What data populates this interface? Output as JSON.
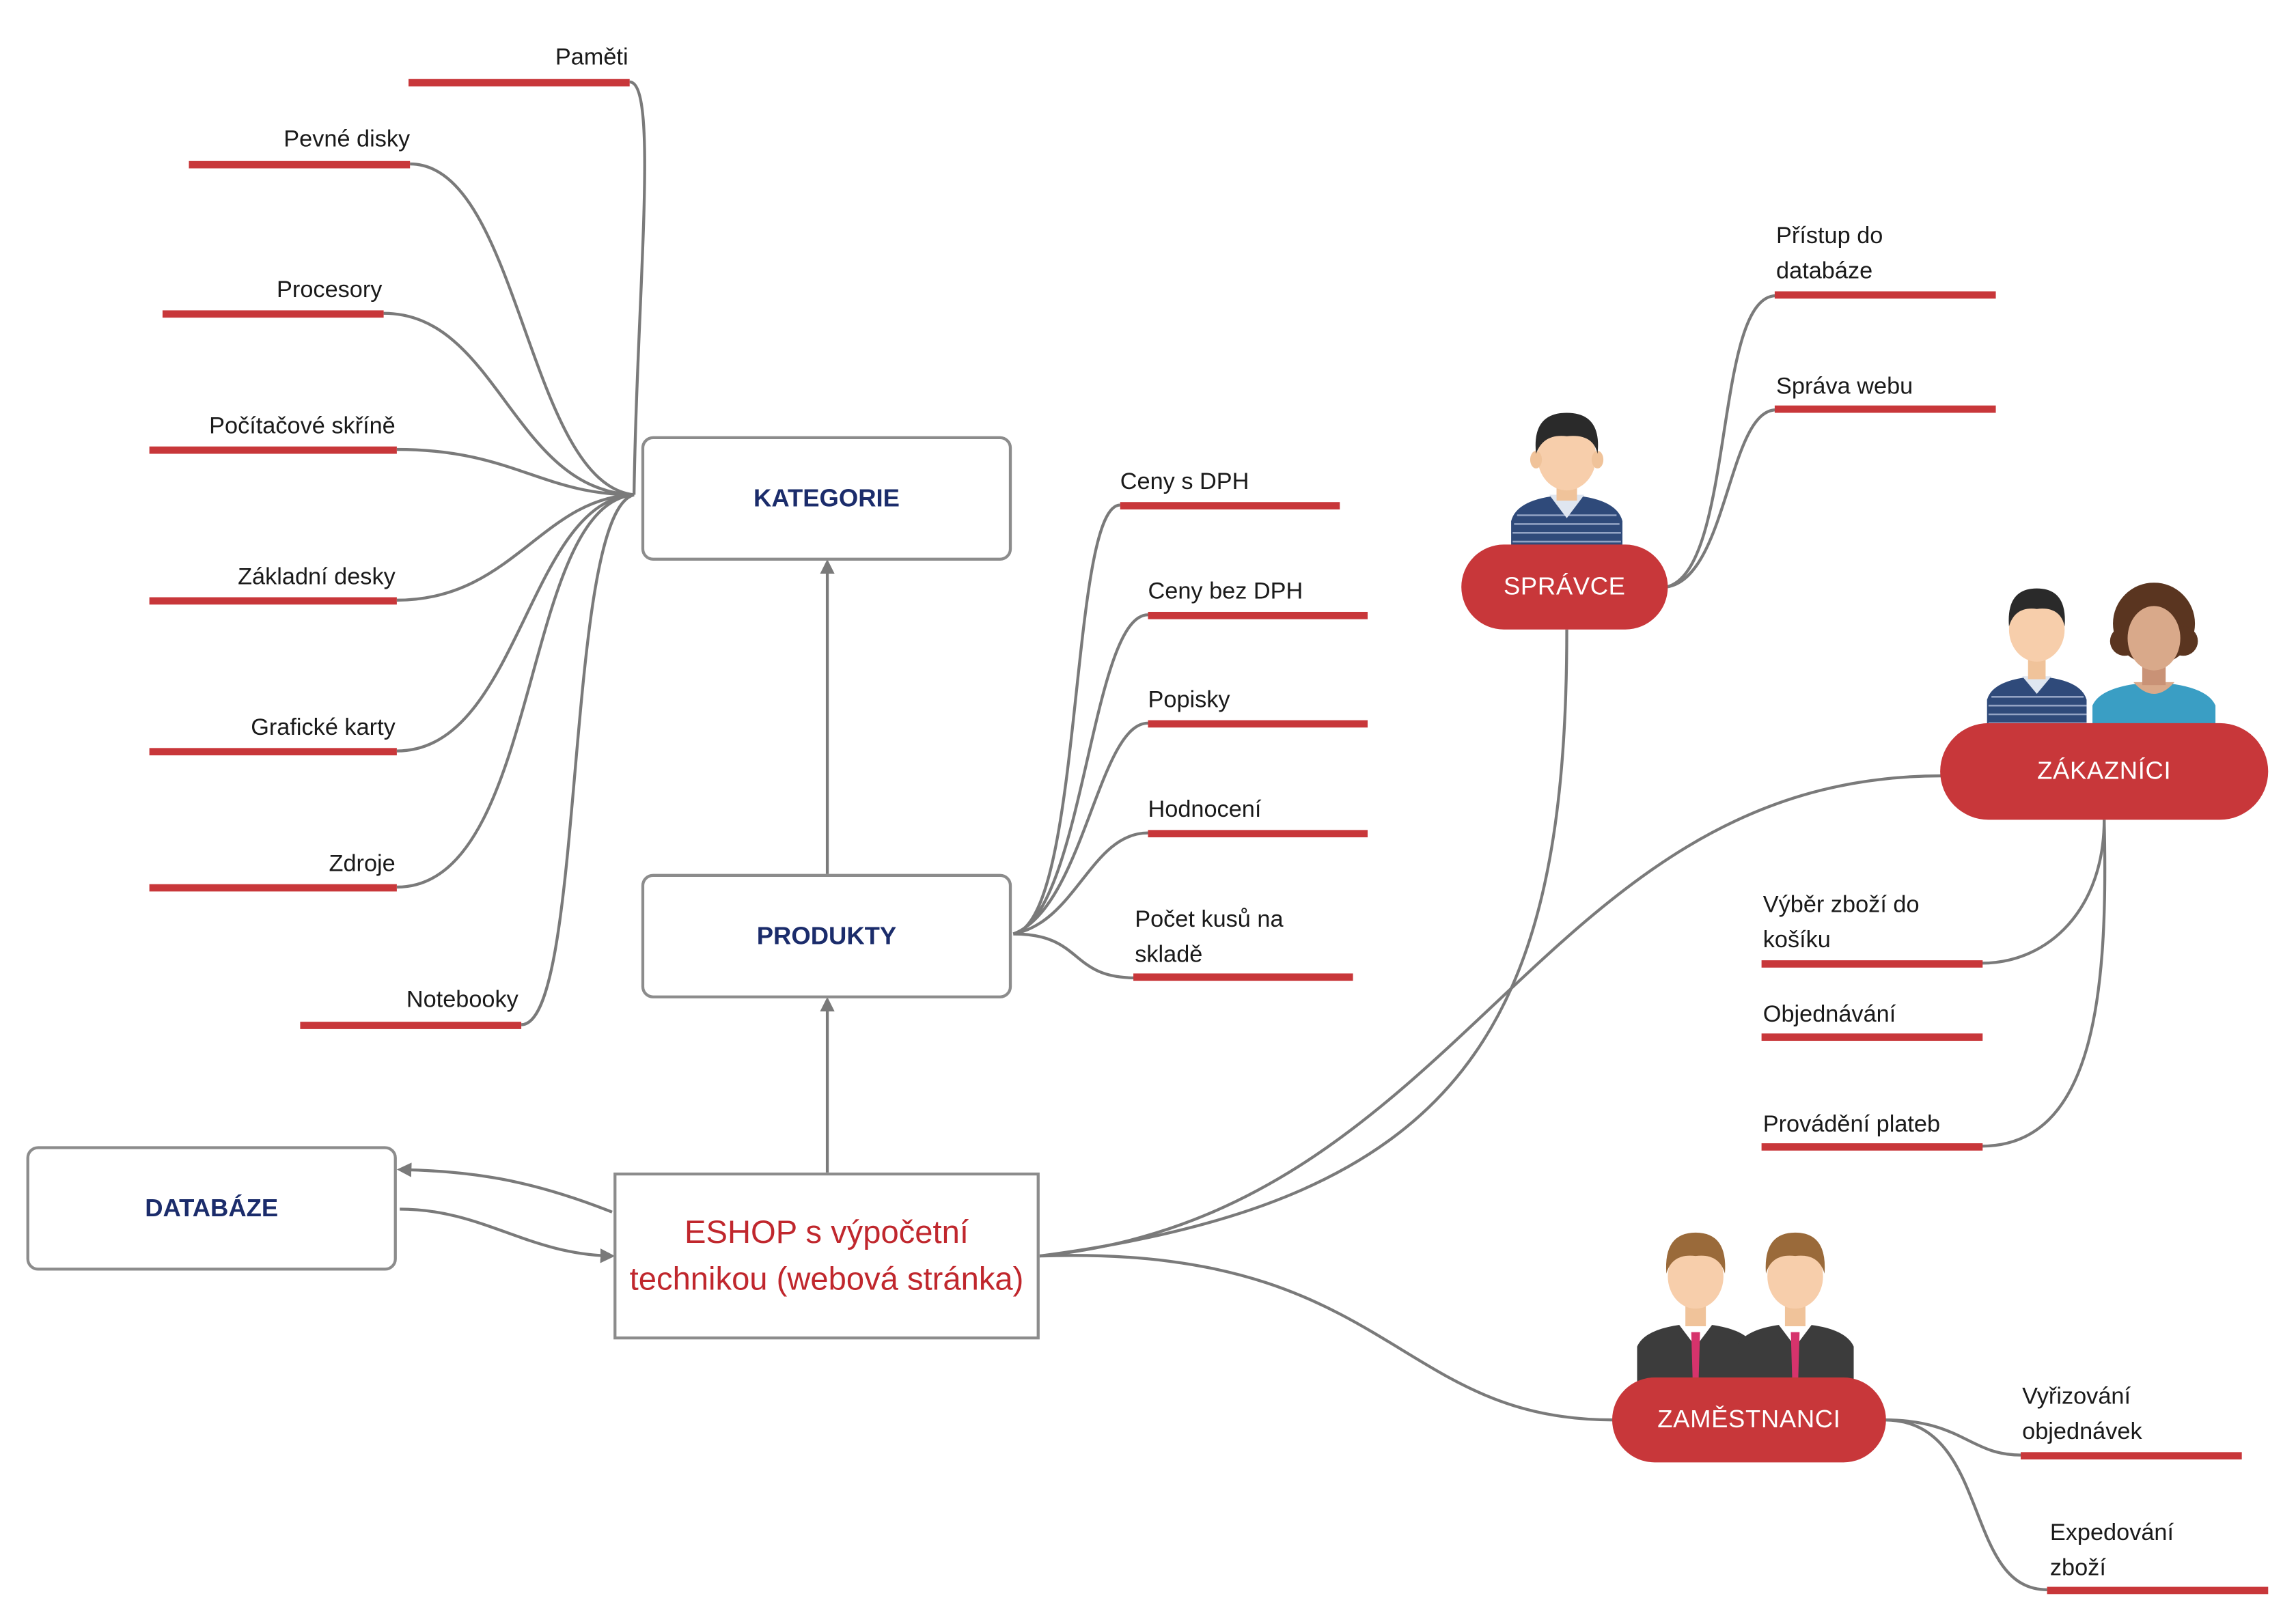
{
  "colors": {
    "accent": "#c8373a",
    "navy": "#1b2c6b",
    "connector": "#7a7a7a",
    "border": "#8c8c8c"
  },
  "central": {
    "line1": "ESHOP s výpočetní",
    "line2": "technikou (webová stránka)"
  },
  "boxes": {
    "kategorie": "KATEGORIE",
    "produkty": "PRODUKTY",
    "databaze": "DATABÁZE"
  },
  "categories": [
    "Paměti",
    "Pevné disky",
    "Procesory",
    "Počítačové skříně",
    "Základní desky",
    "Grafické karty",
    "Zdroje",
    "Notebooky"
  ],
  "products": [
    {
      "line1": "Ceny s DPH"
    },
    {
      "line1": "Ceny bez DPH"
    },
    {
      "line1": "Popisky"
    },
    {
      "line1": "Hodnocení"
    },
    {
      "line1": "Počet kusů na",
      "line2": "skladě"
    }
  ],
  "roles": {
    "spravce": {
      "label": "SPRÁVCE",
      "items": [
        {
          "line1": "Přístup do",
          "line2": "databáze"
        },
        {
          "line1": "Správa webu"
        }
      ]
    },
    "zakaznici": {
      "label": "ZÁKAZNÍCI",
      "items": [
        {
          "line1": "Výběr zboží do",
          "line2": "košíku"
        },
        {
          "line1": "Objednávání"
        },
        {
          "line1": "Provádění plateb"
        }
      ]
    },
    "zamestnanci": {
      "label": "ZAMĚSTNANCI",
      "items": [
        {
          "line1": "Vyřizování",
          "line2": "objednávek"
        },
        {
          "line1": "Expedování",
          "line2": "zboží"
        }
      ]
    }
  },
  "icons": [
    "admin-person-icon",
    "customers-group-icon",
    "employees-group-icon"
  ]
}
